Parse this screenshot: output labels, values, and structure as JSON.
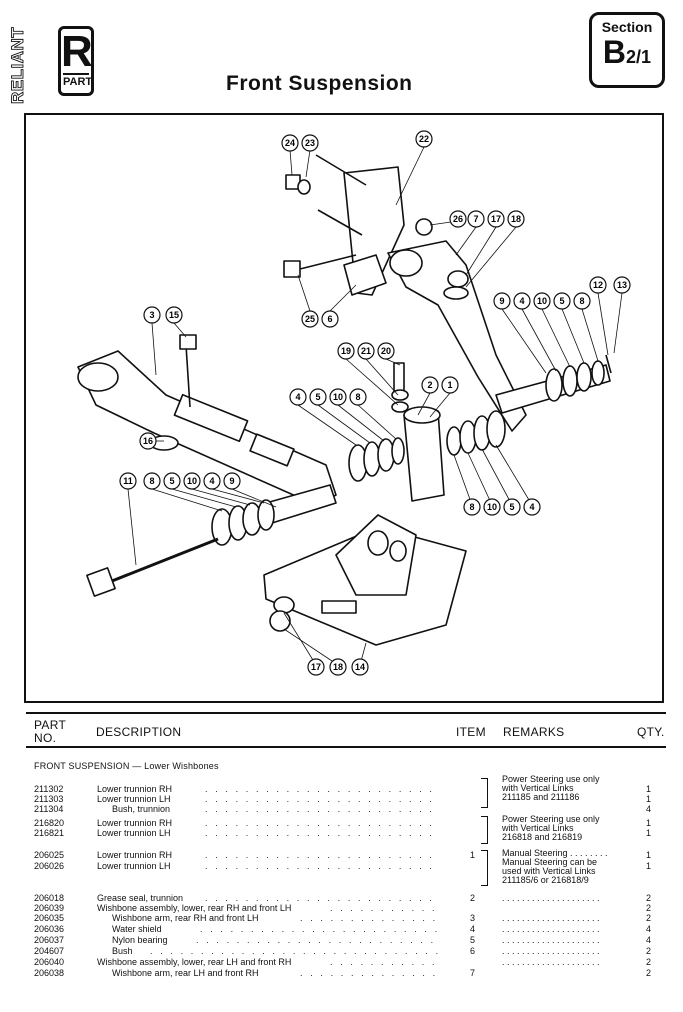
{
  "header": {
    "brand_vertical": "RELIANT",
    "logo_letter": "R",
    "logo_sub": "PART",
    "title": "Front Suspension",
    "section_label": "Section",
    "section_code": "B",
    "section_sub": "2/1"
  },
  "diagram": {
    "callouts": [
      "24",
      "23",
      "22",
      "26",
      "7",
      "17",
      "18",
      "25",
      "6",
      "12",
      "13",
      "9",
      "4",
      "10",
      "5",
      "8",
      "3",
      "15",
      "19",
      "21",
      "20",
      "2",
      "1",
      "16",
      "4",
      "5",
      "10",
      "8",
      "11",
      "8",
      "5",
      "10",
      "4",
      "9",
      "8",
      "10",
      "5",
      "4",
      "17",
      "18",
      "14"
    ]
  },
  "table": {
    "col_part": "PART",
    "col_part2": "NO.",
    "col_desc": "DESCRIPTION",
    "col_item": "ITEM",
    "col_remarks": "REMARKS",
    "col_qty": "QTY.",
    "section_title": "FRONT SUSPENSION — Lower Wishbones",
    "rows": [
      {
        "part": "211302",
        "desc": "Lower trunnion RH",
        "item": "",
        "qty": "1"
      },
      {
        "part": "211303",
        "desc": "Lower trunnion LH",
        "item": "",
        "qty": "1"
      },
      {
        "part": "211304",
        "desc": "Bush, trunnion",
        "item": "",
        "qty": "4"
      },
      {
        "part": "216820",
        "desc": "Lower trunnion RH",
        "item": "",
        "qty": "1"
      },
      {
        "part": "216821",
        "desc": "Lower trunnion LH",
        "item": "",
        "qty": "1"
      },
      {
        "part": "206025",
        "desc": "Lower trunnion RH",
        "item": "1",
        "qty": "1"
      },
      {
        "part": "206026",
        "desc": "Lower trunnion LH",
        "item": "",
        "qty": "1"
      },
      {
        "part": "206018",
        "desc": "Grease seal, trunnion",
        "item": "2",
        "qty": "2"
      },
      {
        "part": "206039",
        "desc": "Wishbone assembly, lower, rear RH and front LH",
        "item": "",
        "qty": "2"
      },
      {
        "part": "206035",
        "desc": "Wishbone arm, rear RH and front LH",
        "item": "3",
        "qty": "2"
      },
      {
        "part": "206036",
        "desc": "Water shield",
        "item": "4",
        "qty": "4"
      },
      {
        "part": "206037",
        "desc": "Nylon bearing",
        "item": "5",
        "qty": "4"
      },
      {
        "part": "204607",
        "desc": "Bush",
        "item": "6",
        "qty": "2"
      },
      {
        "part": "206040",
        "desc": "Wishbone assembly, lower, rear LH and front RH",
        "item": "",
        "qty": "2"
      },
      {
        "part": "206038",
        "desc": "Wishbone arm, rear LH and front RH",
        "item": "7",
        "qty": "2"
      }
    ],
    "remarks": {
      "r1_l1": "Power Steering use only",
      "r1_l2": "with Vertical Links",
      "r1_l3": "211185 and 211186",
      "r2_l1": "Power Steering use only",
      "r2_l2": "with Vertical Links",
      "r2_l3": "216818 and 216819",
      "r3_l1": "Manual Steering . . . . . . . .",
      "r3_l2": "Manual Steering can be",
      "r3_l3": "used with Vertical Links",
      "r3_l4": "211185/6 or 216818/9"
    },
    "dots": ". . . . . . . . . . . . . . . . . . . . . . . . . . . . . . . . . . . .",
    "remark_dots": ". . . . . . . . . . . . . . . . . . . ."
  }
}
